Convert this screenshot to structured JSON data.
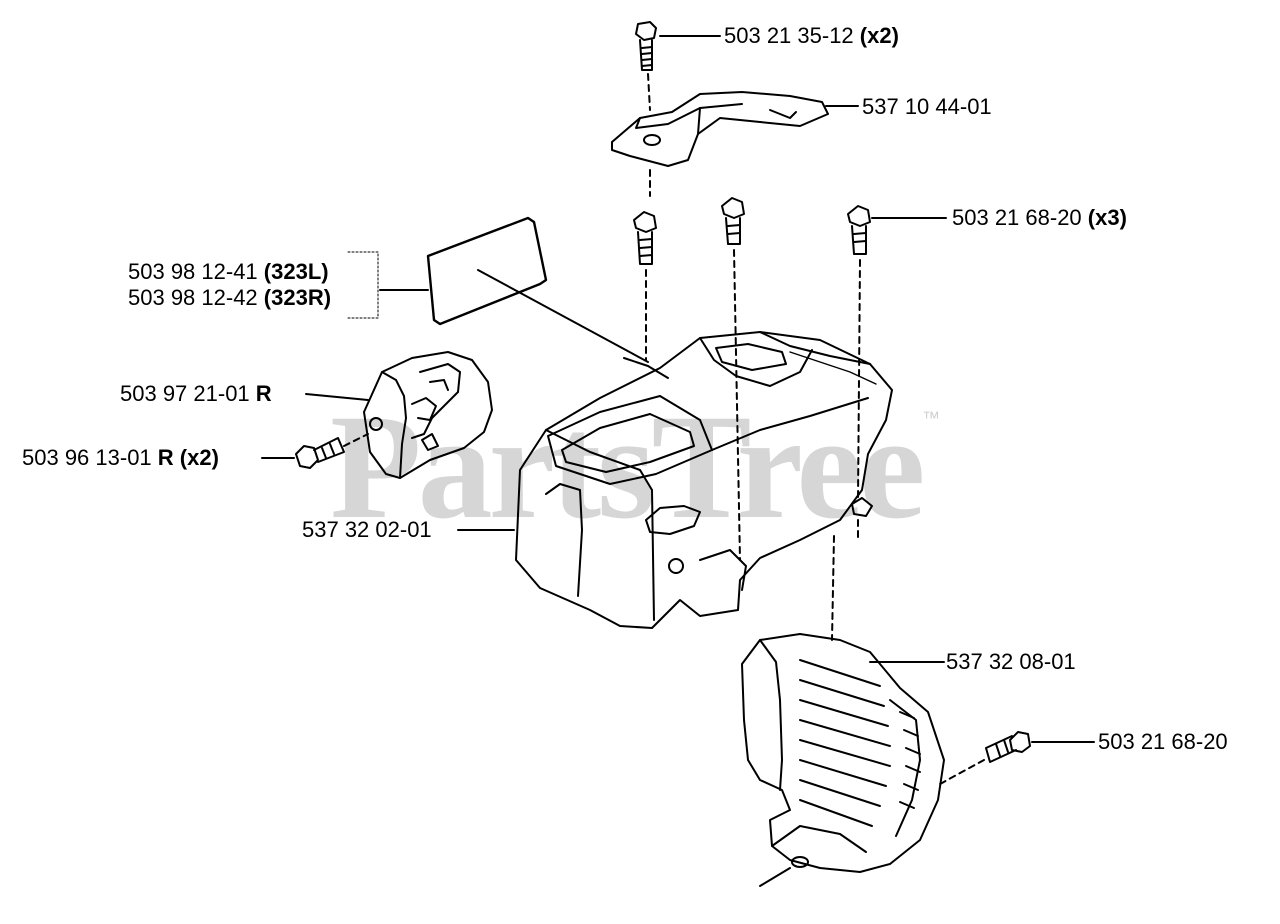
{
  "watermark": {
    "text": "PartsTree",
    "trademark": "™"
  },
  "callouts": [
    {
      "id": "screw-top",
      "number": "503 21 35-12",
      "suffix": "(x2)"
    },
    {
      "id": "bracket",
      "number": "537 10 44-01",
      "suffix": ""
    },
    {
      "id": "screws-mid",
      "number": "503 21 68-20",
      "suffix": "(x3)"
    },
    {
      "id": "decal-l",
      "number": "503 98 12-41",
      "suffix": "(323L)"
    },
    {
      "id": "decal-r",
      "number": "503 98 12-42",
      "suffix": "(323R)"
    },
    {
      "id": "side-cover",
      "number": "503 97 21-01",
      "suffix": "R"
    },
    {
      "id": "side-screw",
      "number": "503 96 13-01",
      "suffix": "R (x2)"
    },
    {
      "id": "main-cover",
      "number": "537 32 02-01",
      "suffix": ""
    },
    {
      "id": "lower-cover",
      "number": "537 32 08-01",
      "suffix": ""
    },
    {
      "id": "lower-screw",
      "number": "503 21 68-20",
      "suffix": ""
    }
  ],
  "colors": {
    "line": "#000000",
    "watermark": "#d6d6d6"
  }
}
